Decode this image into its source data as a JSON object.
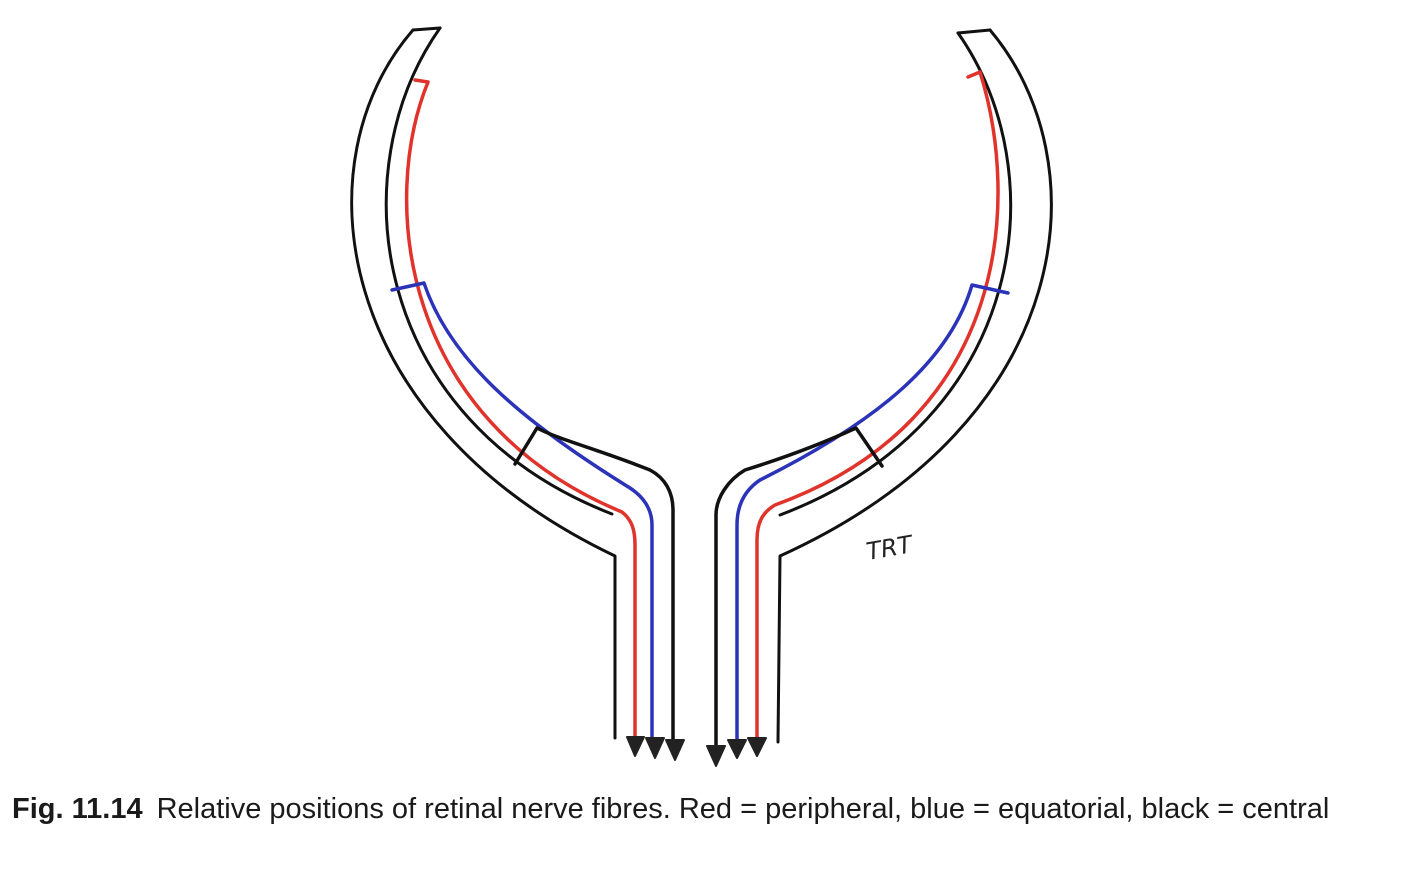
{
  "figure": {
    "signature": "TRT",
    "colors": {
      "outline": "#111111",
      "peripheral": "#e0332b",
      "equatorial": "#2b33b8",
      "central": "#111111"
    },
    "fibre_groups": [
      "peripheral",
      "equatorial",
      "central"
    ]
  },
  "caption": {
    "label": "Fig. 11.14",
    "text": "Relative positions of retinal nerve fibres. Red = peripheral, blue = equatorial, black = central"
  }
}
